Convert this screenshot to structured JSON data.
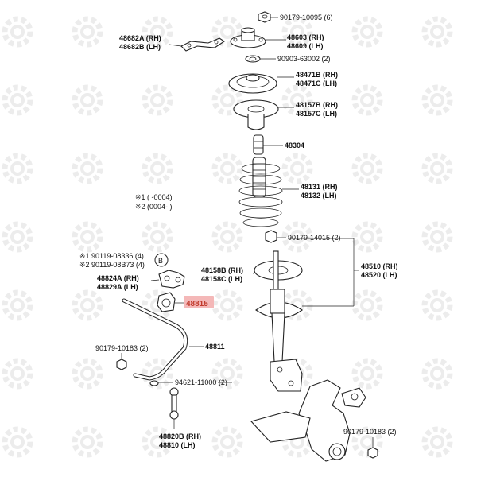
{
  "watermark_icon": "gear-swirl-icon",
  "labels": {
    "p90179_10095": "90179-10095 (6)",
    "p48682a": "48682A (RH)",
    "p48682b": "48682B (LH)",
    "p48603": "48603 (RH)",
    "p48609": "48609 (LH)",
    "p90903": "90903-63002 (2)",
    "p48471b": "48471B (RH)",
    "p48471c": "48471C (LH)",
    "p48157b": "48157B (RH)",
    "p48157c": "48157C (LH)",
    "p48304": "48304",
    "p48131": "48131 (RH)",
    "p48132": "48132 (LH)",
    "note1_mark": "※1",
    "note1_range": "(      -0004)",
    "note2_mark": "※2",
    "note2_range": "(0004-      )",
    "p90179_14015": "90179-14015 (2)",
    "p48510": "48510 (RH)",
    "p48520": "48520 (LH)",
    "p48158b": "48158B (RH)",
    "p48158c": "48158C (LH)",
    "p90119_08336": "※1 90119-08336 (4)",
    "p90119_08873": "※2 90119-08B73 (4)",
    "circle_b": "B",
    "p48824a": "48824A (RH)",
    "p48829a": "48829A (LH)",
    "p48815": "48815",
    "p90179_10183_left": "90179-10183 (2)",
    "p48811": "48811",
    "p94621": "94621-11000 (2)",
    "p48820b": "48820B (RH)",
    "p48810": "48810 (LH)",
    "p90179_10183_right": "90179-10183 (2)"
  },
  "colors": {
    "highlight": "#f4b8b8",
    "watermark": "#ececec"
  }
}
